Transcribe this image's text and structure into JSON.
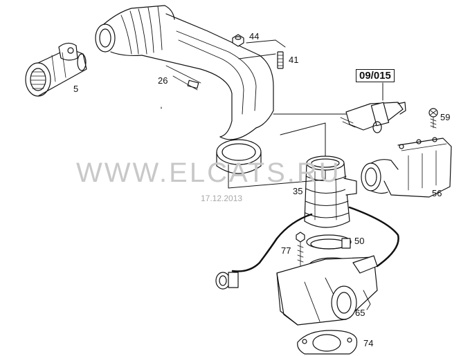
{
  "watermark": "WWW.ELCATS.RU",
  "date_stamp": "17.12.2013",
  "reference_box": "09/015",
  "callouts": {
    "p5": "5",
    "p26": "26",
    "p44": "44",
    "p41": "41",
    "p59": "59",
    "p35": "35",
    "p56": "56",
    "p50": "50",
    "p77": "77",
    "p65": "65",
    "p74": "74"
  }
}
